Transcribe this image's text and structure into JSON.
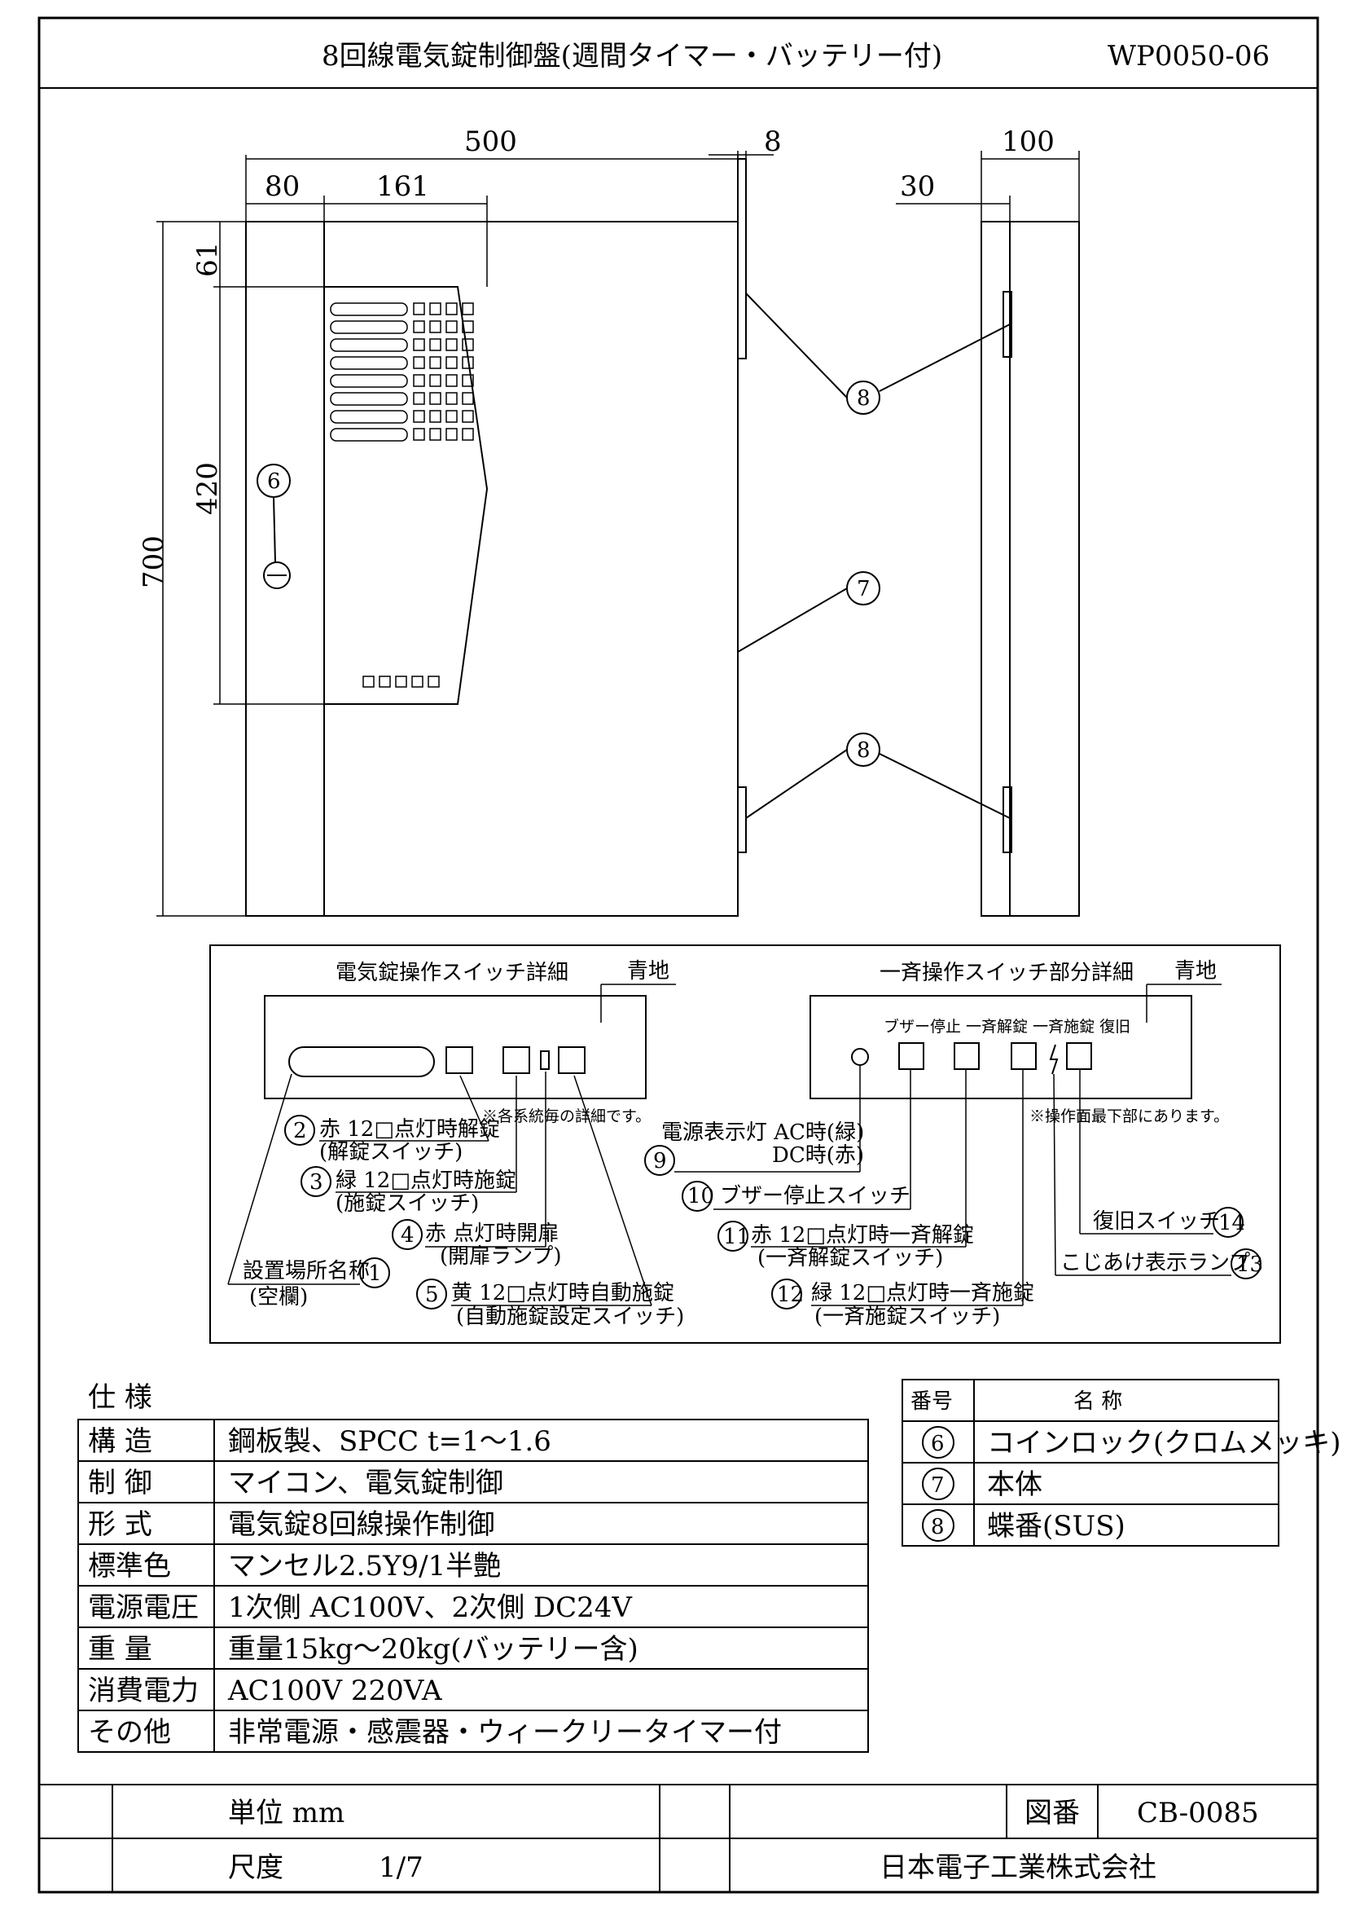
{
  "title": {
    "text": "8回線電気錠制御盤(週間タイマー・バッテリー付)",
    "code": "WP0050-06"
  },
  "dimensions": {
    "width": "500",
    "left": "80",
    "panel": "161",
    "top": "61",
    "panel_height": "420",
    "height": "700",
    "hinge": "8",
    "depth": "100",
    "side": "30"
  },
  "callouts": {
    "coin_lock": "6",
    "body": "7",
    "hinge_top": "8",
    "hinge_bottom": "8"
  },
  "detail_left": {
    "title": "電気錠操作スイッチ詳細",
    "ground": "青地",
    "note": "※各系統毎の詳細です。",
    "items": [
      {
        "num": "2",
        "label": "赤 12□点灯時解錠",
        "sub": "(解錠スイッチ)"
      },
      {
        "num": "3",
        "label": "緑 12□点灯時施錠",
        "sub": "(施錠スイッチ)"
      },
      {
        "num": "4",
        "label": "赤 点灯時開扉",
        "sub": "(開扉ランプ)"
      },
      {
        "num": "5",
        "label": "黄 12□点灯時自動施錠",
        "sub": "(自動施錠設定スイッチ)"
      },
      {
        "num": "1",
        "label": "設置場所名称",
        "sub": "(空欄)"
      }
    ]
  },
  "detail_right": {
    "title": "一斉操作スイッチ部分詳細",
    "ground": "青地",
    "header_labels": "ブザー停止 一斉解錠 一斉施錠 復旧",
    "note": "※操作面最下部にあります。",
    "items": [
      {
        "num": "9",
        "label": "電源表示灯 AC時(緑)",
        "sub": "DC時(赤)"
      },
      {
        "num": "10",
        "label": "ブザー停止スイッチ"
      },
      {
        "num": "11",
        "label": "赤 12□点灯時一斉解錠",
        "sub": "(一斉解錠スイッチ)"
      },
      {
        "num": "12",
        "label": "緑 12□点灯時一斉施錠",
        "sub": "(一斉施錠スイッチ)"
      },
      {
        "num": "14",
        "label": "復旧スイッチ"
      },
      {
        "num": "13",
        "label": "こじあけ表示ランプ"
      }
    ]
  },
  "spec": {
    "heading": "仕 様",
    "rows": [
      {
        "label": "構 造",
        "value": "鋼板製、SPCC t=1〜1.6"
      },
      {
        "label": "制 御",
        "value": "マイコン、電気錠制御"
      },
      {
        "label": "形 式",
        "value": "電気錠8回線操作制御"
      },
      {
        "label": "標準色",
        "value": "マンセル2.5Y9/1半艶"
      },
      {
        "label": "電源電圧",
        "value": "1次側 AC100V、2次側 DC24V"
      },
      {
        "label": "重 量",
        "value": "重量15kg〜20kg(バッテリー含)"
      },
      {
        "label": "消費電力",
        "value": "AC100V 220VA"
      },
      {
        "label": "その他",
        "value": "非常電源・感震器・ウィークリータイマー付"
      }
    ]
  },
  "parts": {
    "header_num": "番号",
    "header_name": "名 称",
    "rows": [
      {
        "num": "6",
        "name": "コインロック(クロムメッキ)"
      },
      {
        "num": "7",
        "name": "本体"
      },
      {
        "num": "8",
        "name": "蝶番(SUS)"
      }
    ]
  },
  "titleblock": {
    "unit": "単位 mm",
    "scale_label": "尺度",
    "scale_value": "1/7",
    "drawing_no_label": "図番",
    "drawing_no": "CB-0085",
    "company": "日本電子工業株式会社"
  }
}
